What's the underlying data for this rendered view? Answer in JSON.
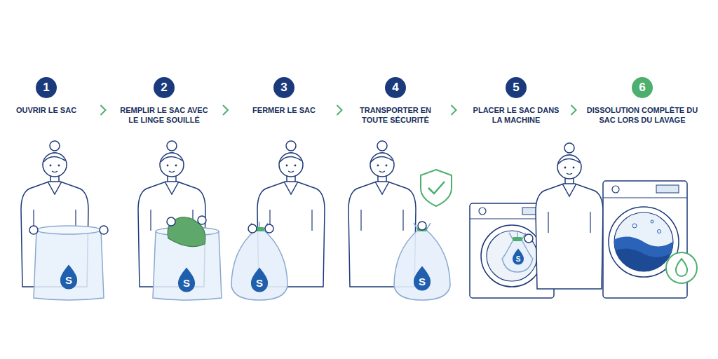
{
  "diagram": {
    "nodes": [
      {
        "text": [
          "1",
          "OUVRIR LE SAC"
        ]
      },
      {
        "text": [
          "2",
          "REMPLIR LE SAC AVEC LE LINGE SOUILLÉ"
        ]
      },
      {
        "text": [
          "3",
          "FERMER LE SAC"
        ]
      },
      {
        "text": [
          "4",
          "TRANSPORTER EN TOUTE SÉCURITÉ"
        ]
      },
      {
        "text": [
          "5",
          "PLACER LE SAC DANS LA MACHINE"
        ]
      },
      {
        "text": [
          "6",
          "DISSOLUTION COMPLÈTE DU SAC LORS DU LAVAGE"
        ]
      }
    ],
    "edges": [
      {
        "from": 0,
        "to": 1,
        "arrow": "to"
      },
      {
        "from": 1,
        "to": 2,
        "arrow": "to"
      },
      {
        "from": 2,
        "to": 3,
        "arrow": "to"
      },
      {
        "from": 3,
        "to": 4,
        "arrow": "to"
      },
      {
        "from": 4,
        "to": 5,
        "arrow": "to"
      }
    ],
    "labels": [
      "S",
      "S",
      "S",
      "S",
      "S"
    ]
  }
}
